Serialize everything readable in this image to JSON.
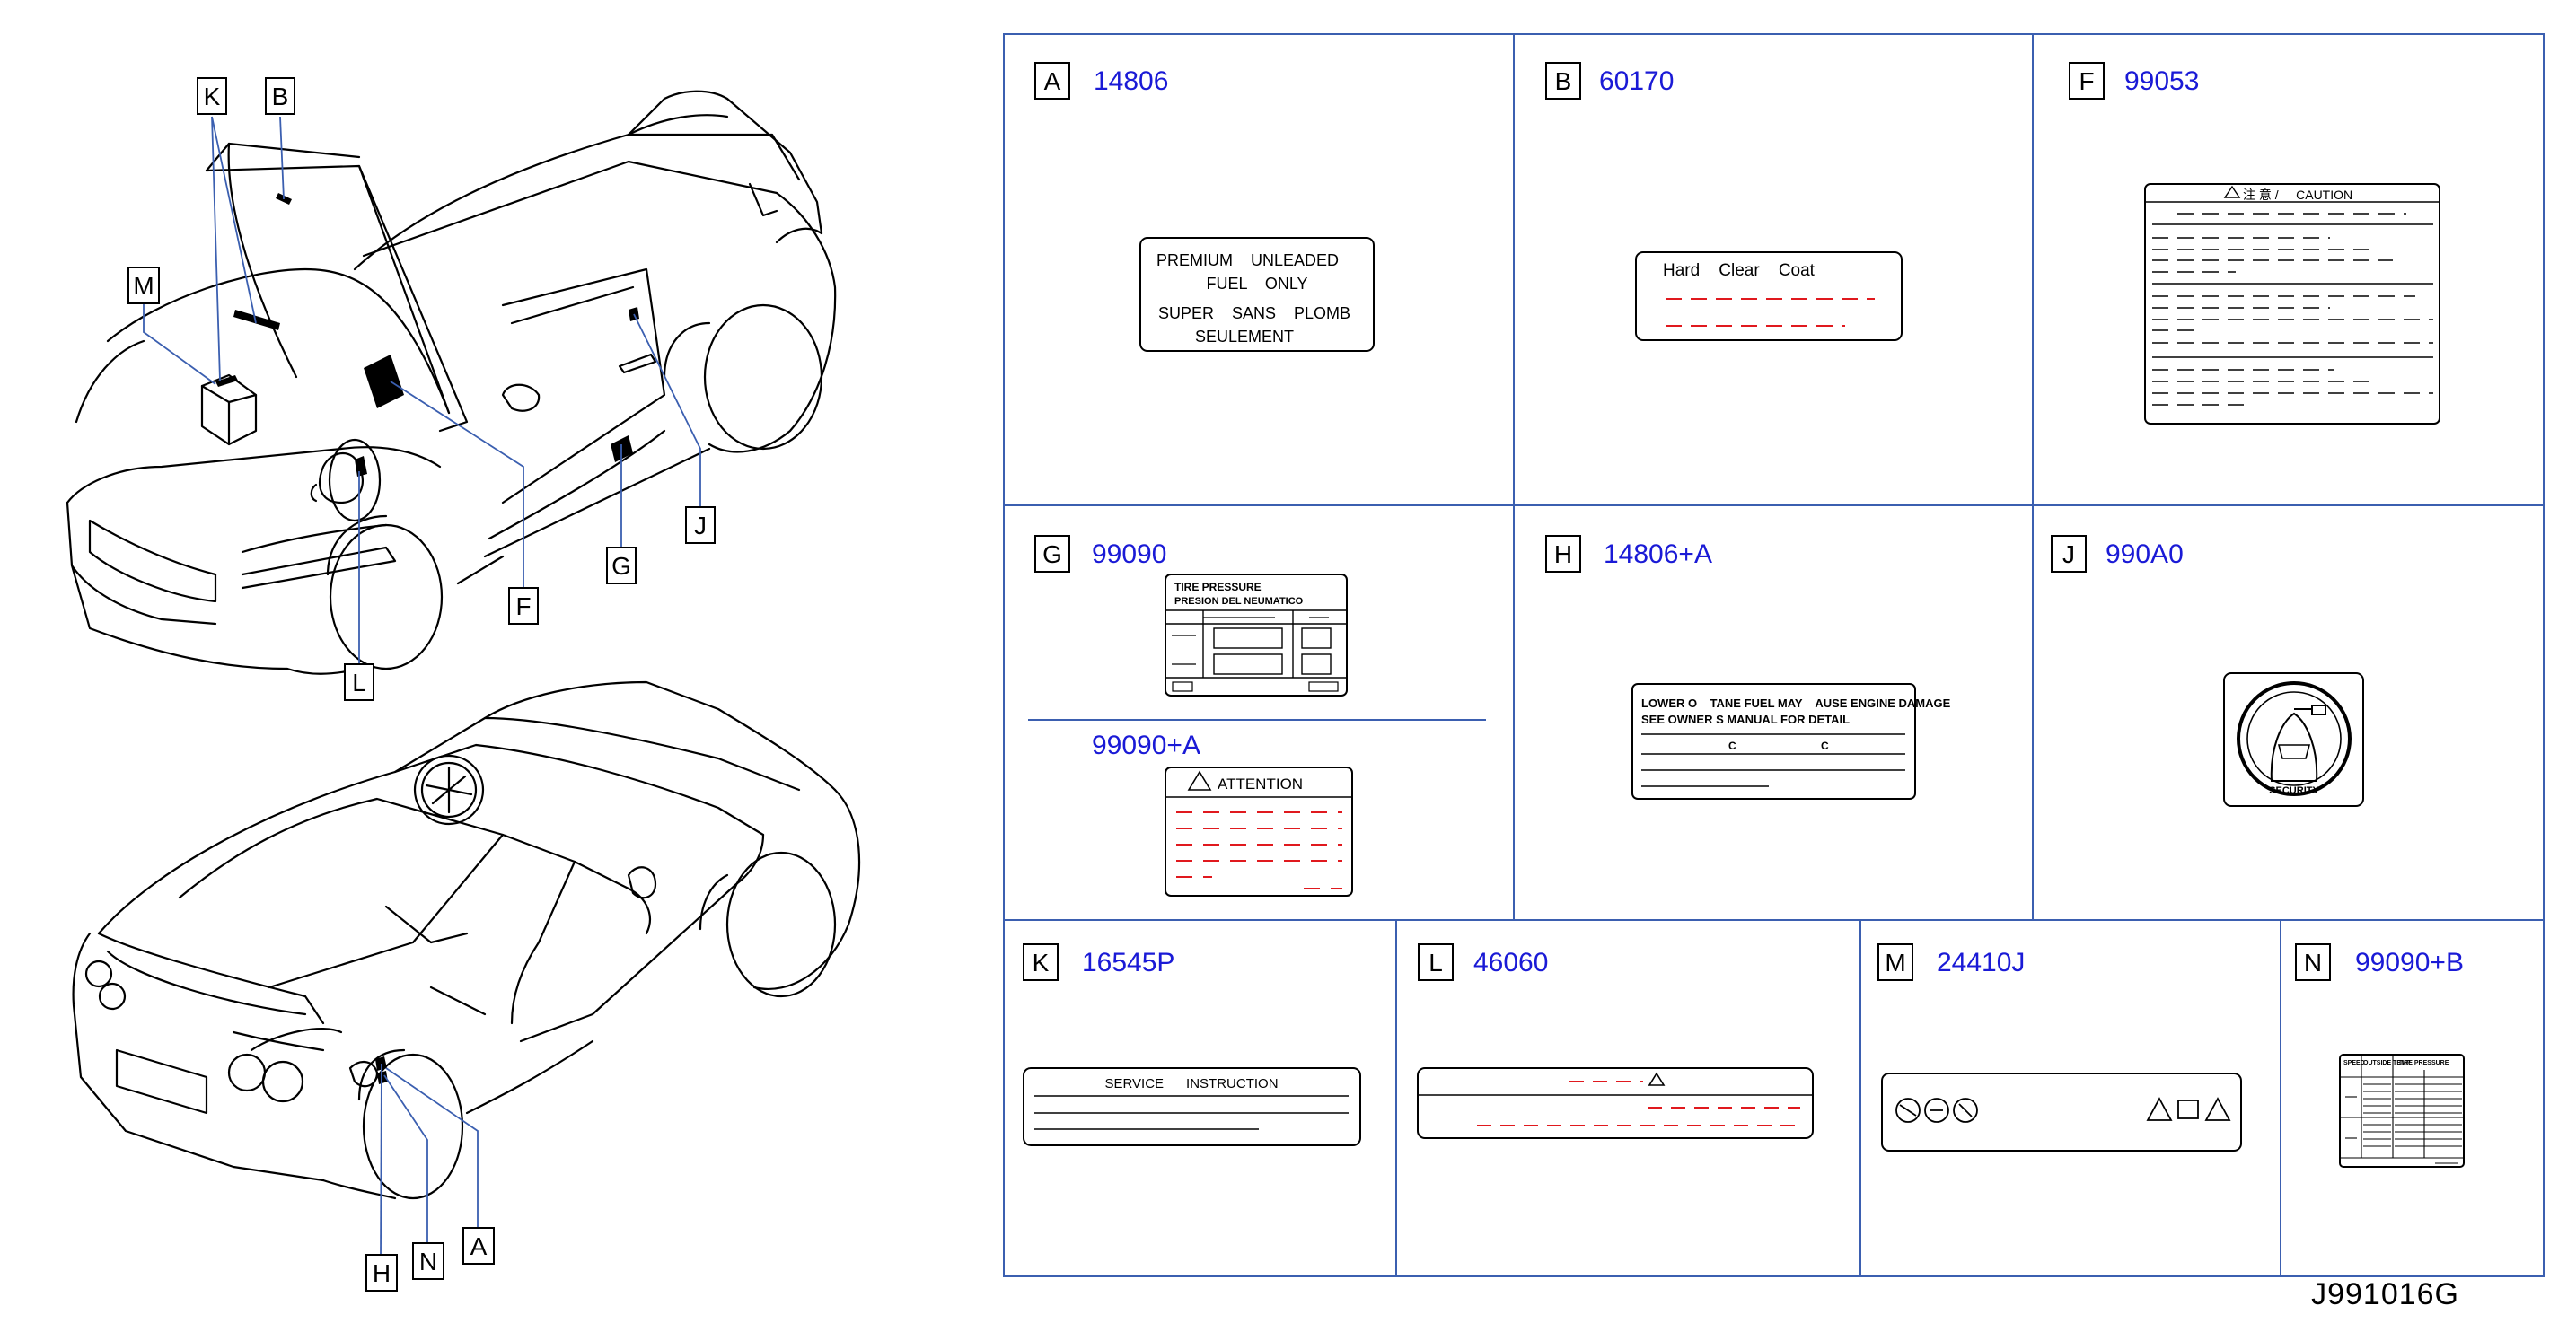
{
  "car_callouts": [
    "K",
    "B",
    "M",
    "F",
    "G",
    "J",
    "L",
    "H",
    "N",
    "A"
  ],
  "cells": [
    {
      "letter": "A",
      "code": "14806"
    },
    {
      "letter": "B",
      "code": "60170"
    },
    {
      "letter": "F",
      "code": "99053"
    },
    {
      "letter": "G",
      "code": "99090",
      "code2": "99090+A"
    },
    {
      "letter": "H",
      "code": "14806+A"
    },
    {
      "letter": "J",
      "code": "990A0"
    },
    {
      "letter": "K",
      "code": "16545P"
    },
    {
      "letter": "L",
      "code": "46060"
    },
    {
      "letter": "M",
      "code": "24410J"
    },
    {
      "letter": "N",
      "code": "99090+B"
    }
  ],
  "labels": {
    "a_lines": [
      "PREMIUM    UNLEADED",
      "FUEL    ONLY",
      "SUPER    SANS    PLOMB",
      "SEULEMENT"
    ],
    "b_text": "Hard    Clear    Coat",
    "f_header": "注 意 /     CAUTION",
    "g_title1": "TIRE PRESSURE",
    "g_title2": "PRESION DEL NEUMATICO",
    "g2_header": "ATTENTION",
    "h_line1": "LOWER O    TANE FUEL MAY    AUSE ENGINE DAMAGE",
    "h_line2": "SEE OWNER S MANUAL FOR DETAIL",
    "h_c": "C",
    "j_text": "SECURITY",
    "k_text": "SERVICE      INSTRUCTION",
    "n_h1": "SPEED",
    "n_h2": "OUTSIDE TEMP",
    "n_h3": "TIRE PRESSURE"
  },
  "colors": {
    "accent_blue": "#1a1ad6",
    "grid_blue": "#3b5fb0",
    "red_dash": "#e0191e",
    "line": "#000000"
  },
  "footer": "J991016G"
}
